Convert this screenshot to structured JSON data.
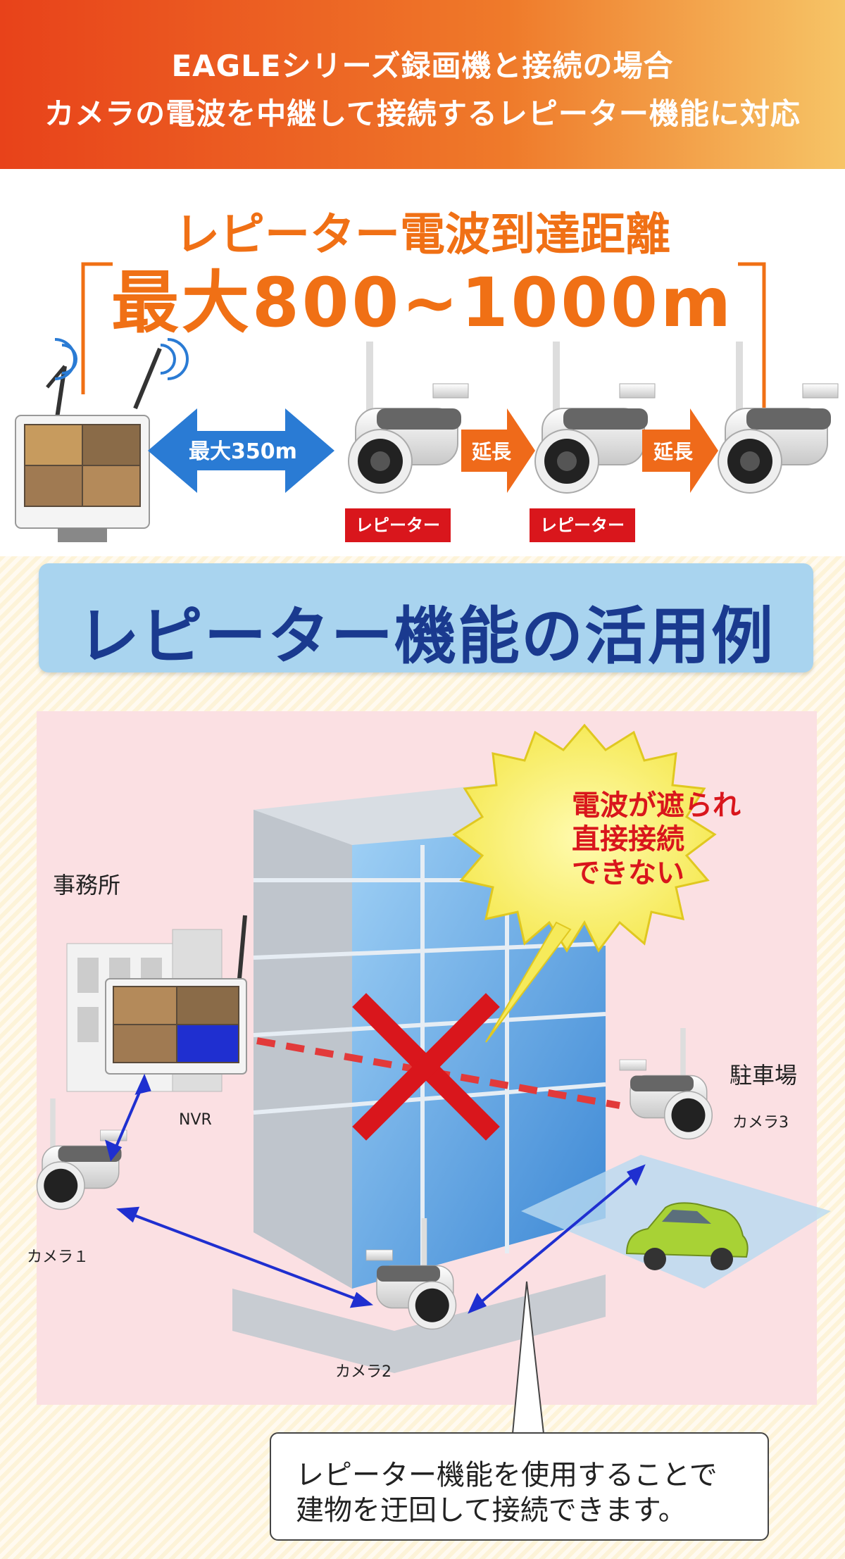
{
  "banner": {
    "line1": "EAGLEシリーズ録画機と接続の場合",
    "line2": "カメラの電波を中継して接続するレピーター機能に対応"
  },
  "range": {
    "title": "レピーター電波到達距離",
    "value": "最大800~1000m",
    "nvr_to_camera": "最大350m",
    "extend_label": "延長",
    "repeater_label": "レピーター"
  },
  "usage": {
    "title": "レピーター機能の活用例",
    "office_label": "事務所",
    "parking_label": "駐車場",
    "nvr_label": "NVR",
    "camera1_label": "カメラ１",
    "camera2_label": "カメラ2",
    "camera3_label": "カメラ3",
    "callout_lines": [
      "電波が遮られ",
      "直接接続",
      "できない"
    ],
    "note_lines": [
      "レピーター機能を使用することで",
      "建物を迂回して接続できます。"
    ]
  },
  "colors": {
    "accent_orange": "#f07015",
    "arrow_blue": "#2a7bd4",
    "repeater_red": "#d9161c",
    "title_navy": "#1a3a8f"
  }
}
